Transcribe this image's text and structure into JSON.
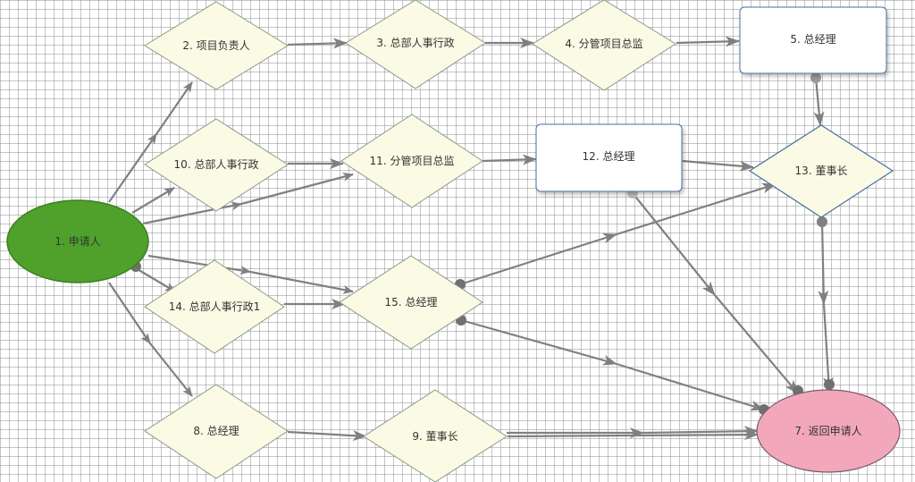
{
  "colors": {
    "diamond_fill": "#fbfbe5",
    "diamond_stroke": "#8a9a8a",
    "rect_fill": "#ffffff",
    "rect_stroke": "#4a6fa5",
    "start_fill": "#4fa12b",
    "end_fill": "#f2a7bb",
    "edge": "#808080"
  },
  "nodes": {
    "n1": "1. 申请人",
    "n2": "2. 项目负责人",
    "n3": "3. 总部人事行政",
    "n4": "4. 分管项目总监",
    "n5": "5. 总经理",
    "n7": "7. 返回申请人",
    "n8": "8. 总经理",
    "n9": "9. 董事长",
    "n10": "10. 总部人事行政",
    "n11": "11. 分管项目总监",
    "n12": "12. 总经理",
    "n13": "13. 董事长",
    "n14": "14. 总部人事行政1",
    "n15": "15. 总经理"
  }
}
